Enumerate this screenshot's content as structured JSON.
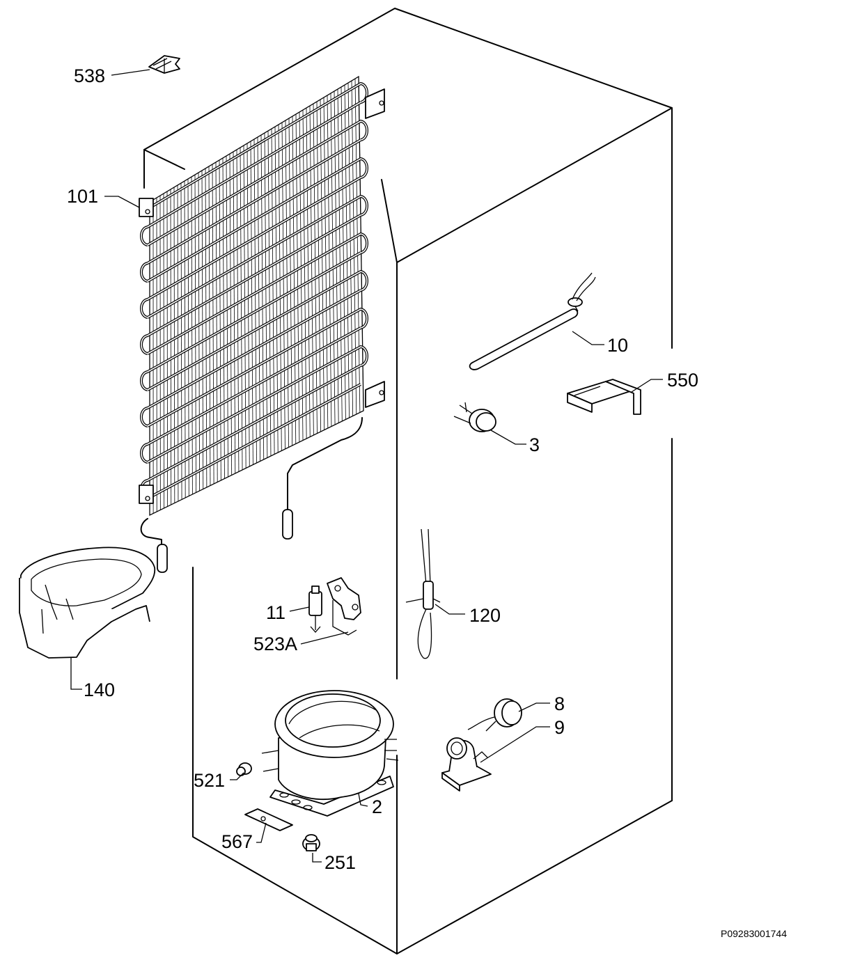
{
  "document_code": "P09283001744",
  "callouts": [
    {
      "id": "c538",
      "label": "538"
    },
    {
      "id": "c101",
      "label": "101"
    },
    {
      "id": "c10",
      "label": "10"
    },
    {
      "id": "c550",
      "label": "550"
    },
    {
      "id": "c3",
      "label": "3"
    },
    {
      "id": "c11",
      "label": "11"
    },
    {
      "id": "c523a",
      "label": "523A"
    },
    {
      "id": "c120",
      "label": "120"
    },
    {
      "id": "c140",
      "label": "140"
    },
    {
      "id": "c8",
      "label": "8"
    },
    {
      "id": "c9",
      "label": "9"
    },
    {
      "id": "c521",
      "label": "521"
    },
    {
      "id": "c2",
      "label": "2"
    },
    {
      "id": "c567",
      "label": "567"
    },
    {
      "id": "c251",
      "label": "251"
    }
  ]
}
